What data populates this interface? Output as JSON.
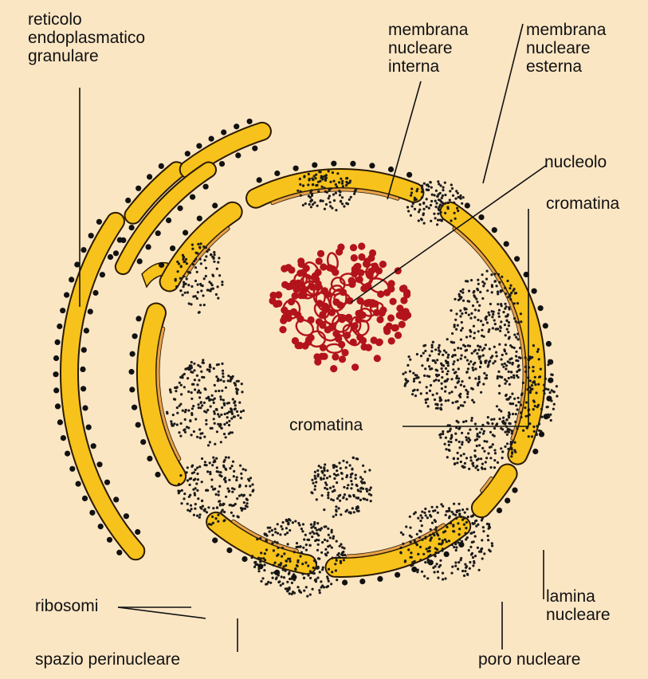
{
  "labels": {
    "rer": "reticolo\nendoplasmatico\ngranulare",
    "inner_membrane": "membrana\nnucleare\ninterna",
    "outer_membrane": "membrana\nnucleare\nesterna",
    "nucleolus": "nucleolo",
    "chromatin_right": "cromatina",
    "chromatin_center": "cromatina",
    "ribosomes": "ribosomi",
    "perinuclear_space": "spazio perinucleare",
    "nuclear_pore": "poro nucleare",
    "nuclear_lamina": "lamina\nnucleare"
  },
  "colors": {
    "background": "#fbe6c4",
    "membrane": "#f7c21b",
    "membrane_outline": "#2a1a00",
    "lamina": "#e8a24a",
    "ribosome": "#111111",
    "chromatin": "#1a1a1a",
    "nucleolus": "#b3131b",
    "leader": "#111111"
  }
}
